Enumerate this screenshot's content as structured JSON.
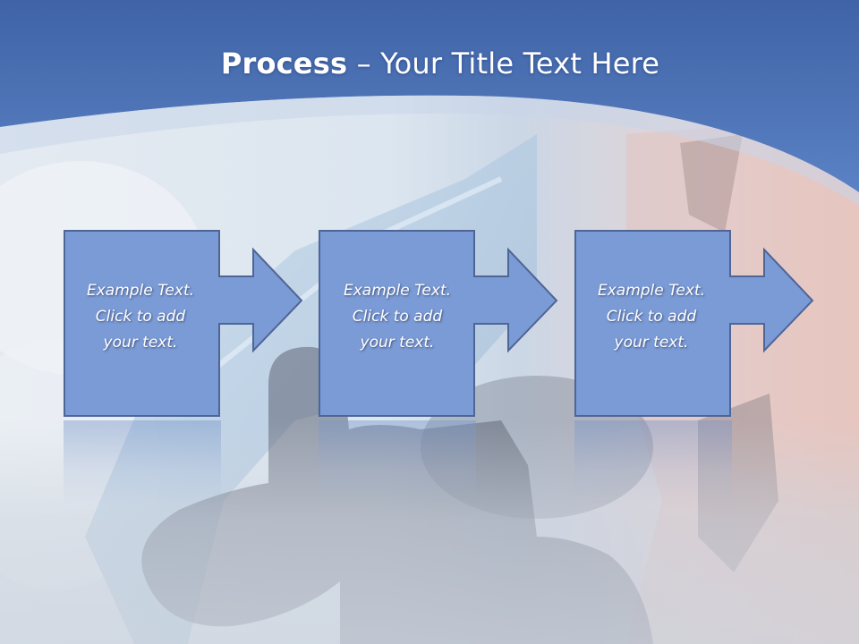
{
  "slide": {
    "title_bold": "Process",
    "title_rest": " – Your Title Text Here"
  },
  "steps": [
    {
      "line1": "Example Text.",
      "line2": "Click  to add",
      "line3": "your text."
    },
    {
      "line1": "Example Text.",
      "line2": "Click  to add",
      "line3": "your text."
    },
    {
      "line1": "Example Text.",
      "line2": "Click  to add",
      "line3": "your text."
    }
  ],
  "colors": {
    "header_blue": "#4a6fb0",
    "box_fill": "#7b9bd6",
    "box_stroke": "#4f6596",
    "text": "#ffffff"
  }
}
